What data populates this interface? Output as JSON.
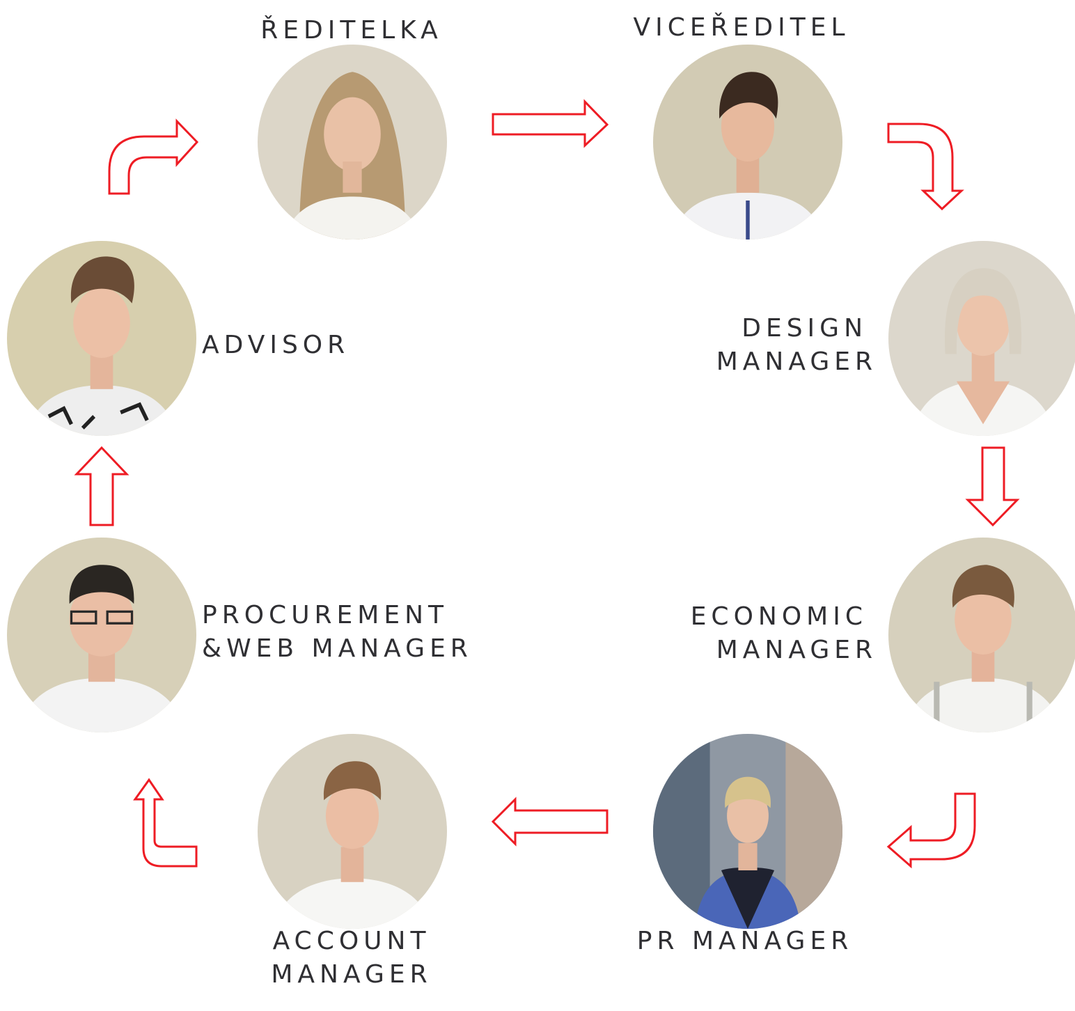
{
  "roles": {
    "reditelka": {
      "label": "ŘEDITELKA"
    },
    "vicereditel": {
      "label": "VICEŘEDITEL"
    },
    "design": {
      "line1": "DESIGN",
      "line2": "MANAGER"
    },
    "economic": {
      "line1": "ECONOMIC",
      "line2": "MANAGER"
    },
    "pr": {
      "label": "PR MANAGER"
    },
    "account": {
      "line1": "ACCOUNT",
      "line2": "MANAGER"
    },
    "procurement": {
      "line1": "PROCUREMENT",
      "line2": "&WEB MANAGER"
    },
    "advisor": {
      "label": "ADVISOR"
    }
  },
  "colors": {
    "arrow": "#ee1c24",
    "text": "#2f2f33",
    "wall": "#d9d3c0",
    "skin": "#e6b49a",
    "shirt": "#f3f3f1"
  },
  "icons": {
    "arrow_style": "outlined-block-arrow"
  }
}
